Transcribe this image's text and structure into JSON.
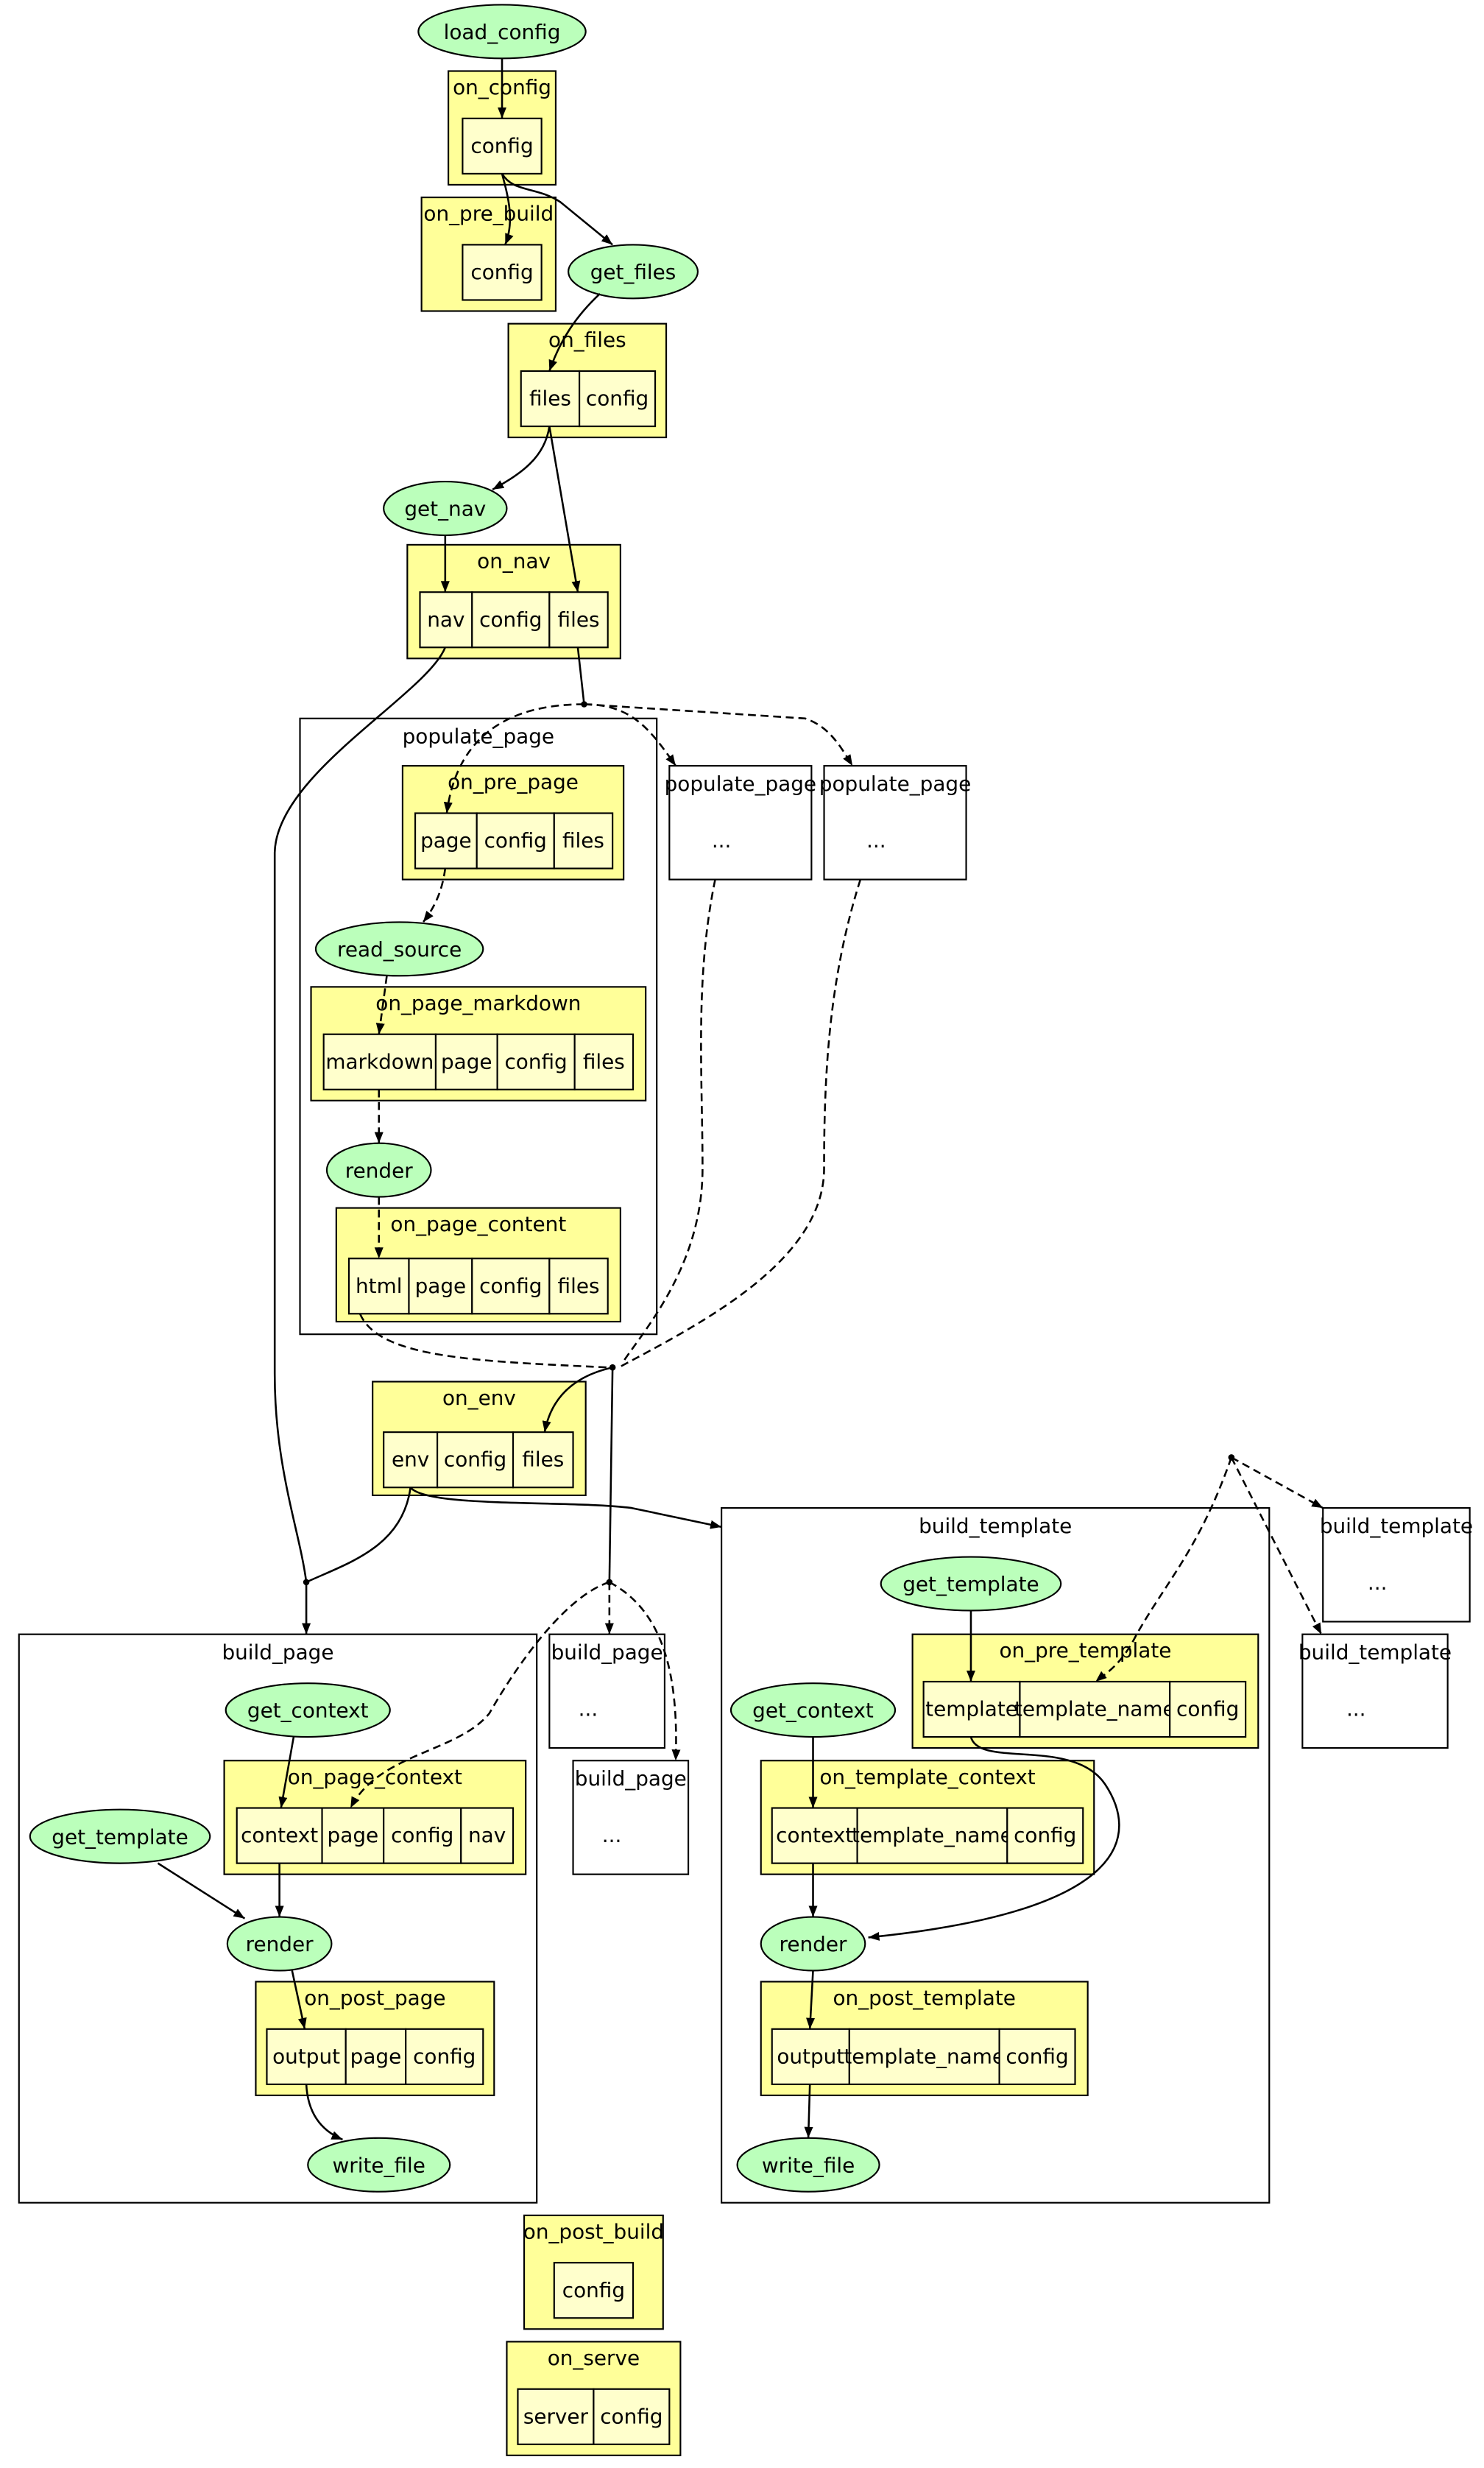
{
  "colors": {
    "function_fill": "#bbffbb",
    "event_fill": "#ffff99",
    "cell_fill": "#ffffcc",
    "group_fill": "#ffffff",
    "stroke": "#000000"
  },
  "functions": [
    "load_config",
    "get_files",
    "get_nav",
    "read_source",
    "render",
    "get_context",
    "get_template",
    "render",
    "write_file",
    "get_template",
    "get_context",
    "render",
    "write_file"
  ],
  "events": [
    {
      "title": "on_config",
      "cells": [
        "config"
      ]
    },
    {
      "title": "on_pre_build",
      "cells": [
        "config"
      ]
    },
    {
      "title": "on_files",
      "cells": [
        "files",
        "config"
      ]
    },
    {
      "title": "on_nav",
      "cells": [
        "nav",
        "config",
        "files"
      ]
    },
    {
      "title": "on_pre_page",
      "cells": [
        "page",
        "config",
        "files"
      ]
    },
    {
      "title": "on_page_markdown",
      "cells": [
        "markdown",
        "page",
        "config",
        "files"
      ]
    },
    {
      "title": "on_page_content",
      "cells": [
        "html",
        "page",
        "config",
        "files"
      ]
    },
    {
      "title": "on_env",
      "cells": [
        "env",
        "config",
        "files"
      ]
    },
    {
      "title": "on_page_context",
      "cells": [
        "context",
        "page",
        "config",
        "nav"
      ]
    },
    {
      "title": "on_post_page",
      "cells": [
        "output",
        "page",
        "config"
      ]
    },
    {
      "title": "on_pre_template",
      "cells": [
        "template",
        "template_name",
        "config"
      ]
    },
    {
      "title": "on_template_context",
      "cells": [
        "context",
        "template_name",
        "config"
      ]
    },
    {
      "title": "on_post_template",
      "cells": [
        "output",
        "template_name",
        "config"
      ]
    },
    {
      "title": "on_post_build",
      "cells": [
        "config"
      ]
    },
    {
      "title": "on_serve",
      "cells": [
        "server",
        "config"
      ]
    }
  ],
  "groups": [
    {
      "title": "populate_page",
      "body": ""
    },
    {
      "title": "populate_page",
      "body": "..."
    },
    {
      "title": "populate_page",
      "body": "..."
    },
    {
      "title": "build_page",
      "body": ""
    },
    {
      "title": "build_page",
      "body": "..."
    },
    {
      "title": "build_page",
      "body": "..."
    },
    {
      "title": "build_template",
      "body": ""
    },
    {
      "title": "build_template",
      "body": "..."
    },
    {
      "title": "build_template",
      "body": "..."
    }
  ]
}
